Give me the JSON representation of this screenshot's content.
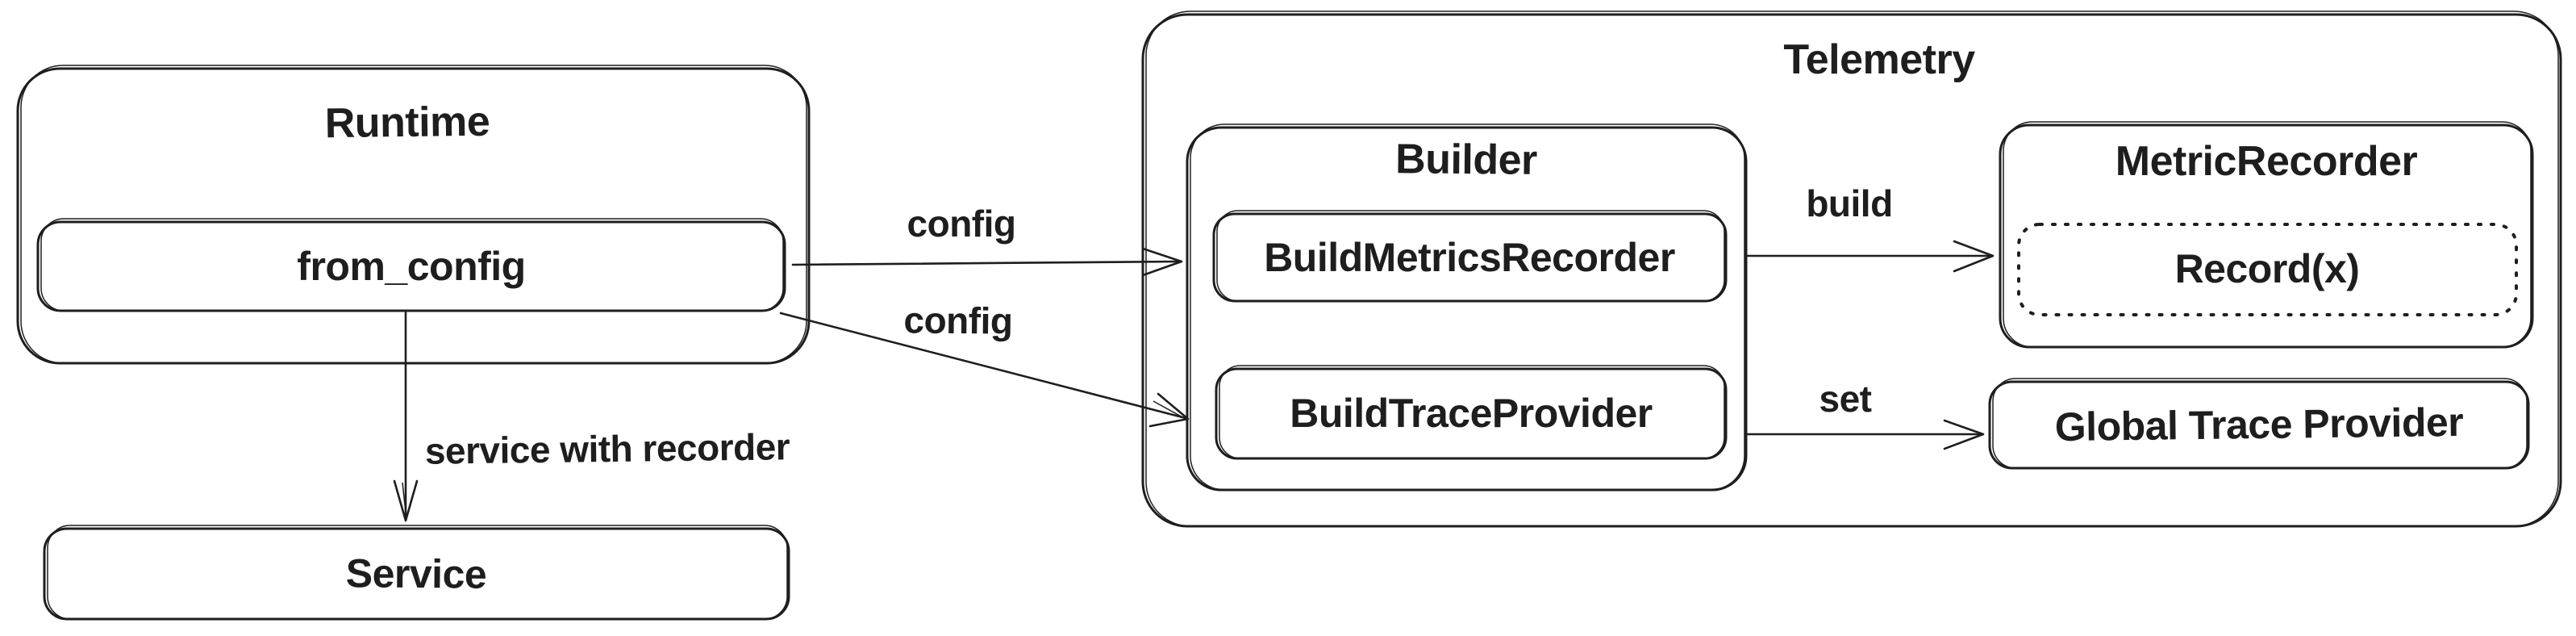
{
  "canvas": {
    "background": "#ffffff",
    "stroke_color": "#1e1e1e",
    "style": "hand-drawn-sketch"
  },
  "nodes": {
    "runtime": {
      "label": "Runtime",
      "kind": "container"
    },
    "from_config": {
      "label": "from_config",
      "kind": "box"
    },
    "service": {
      "label": "Service",
      "kind": "box"
    },
    "telemetry": {
      "label": "Telemetry",
      "kind": "container"
    },
    "builder": {
      "label": "Builder",
      "kind": "container"
    },
    "build_metrics_recorder": {
      "label": "BuildMetricsRecorder",
      "kind": "box"
    },
    "build_trace_provider": {
      "label": "BuildTraceProvider",
      "kind": "box"
    },
    "metric_recorder": {
      "label": "MetricRecorder",
      "kind": "container"
    },
    "record_x": {
      "label": "Record(x)",
      "kind": "dotted-box"
    },
    "global_trace_provider": {
      "label": "Global Trace Provider",
      "kind": "box"
    }
  },
  "edges": {
    "service_with_recorder": {
      "label": "service with recorder",
      "from": "from_config",
      "to": "service"
    },
    "config_to_metrics": {
      "label": "config",
      "from": "from_config",
      "to": "build_metrics_recorder"
    },
    "config_to_trace": {
      "label": "config",
      "from": "from_config",
      "to": "build_trace_provider"
    },
    "build": {
      "label": "build",
      "from": "build_metrics_recorder",
      "to": "metric_recorder"
    },
    "set": {
      "label": "set",
      "from": "build_trace_provider",
      "to": "global_trace_provider"
    }
  }
}
